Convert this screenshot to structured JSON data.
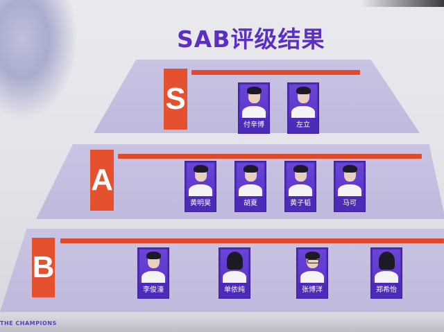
{
  "title": "SAB评级结果",
  "footer": "THE CHAMPIONS",
  "tiers": [
    {
      "grade": "S",
      "members": [
        "付辛博",
        "左立"
      ]
    },
    {
      "grade": "A",
      "members": [
        "黄明昊",
        "胡夏",
        "黄子韬",
        "马可"
      ]
    },
    {
      "grade": "B",
      "members": [
        "李俊濠",
        "单依纯",
        "张博洋",
        "郑希怡"
      ]
    }
  ],
  "colors": {
    "title": "#5a2fc2",
    "grade_box": "#e5512f",
    "card": "#4b2bb8",
    "tier_band": "#c4bfe0"
  }
}
